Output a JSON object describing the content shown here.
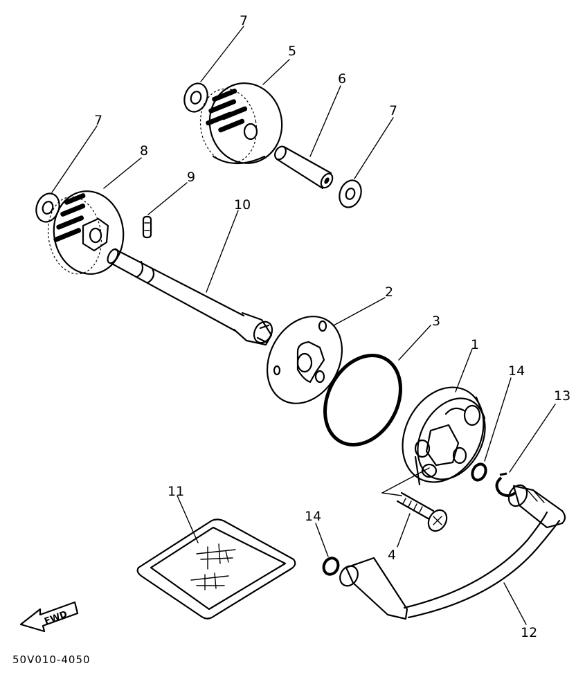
{
  "diagram": {
    "callouts": {
      "c1": "1",
      "c2": "2",
      "c3": "3",
      "c4": "4",
      "c5": "5",
      "c6": "6",
      "c7a": "7",
      "c7b": "7",
      "c7c": "7",
      "c8": "8",
      "c9": "9",
      "c10": "10",
      "c11": "11",
      "c12": "12",
      "c13": "13",
      "c14a": "14",
      "c14b": "14"
    },
    "fwd_label": "FWD",
    "figure_code": "50V010-4050"
  }
}
